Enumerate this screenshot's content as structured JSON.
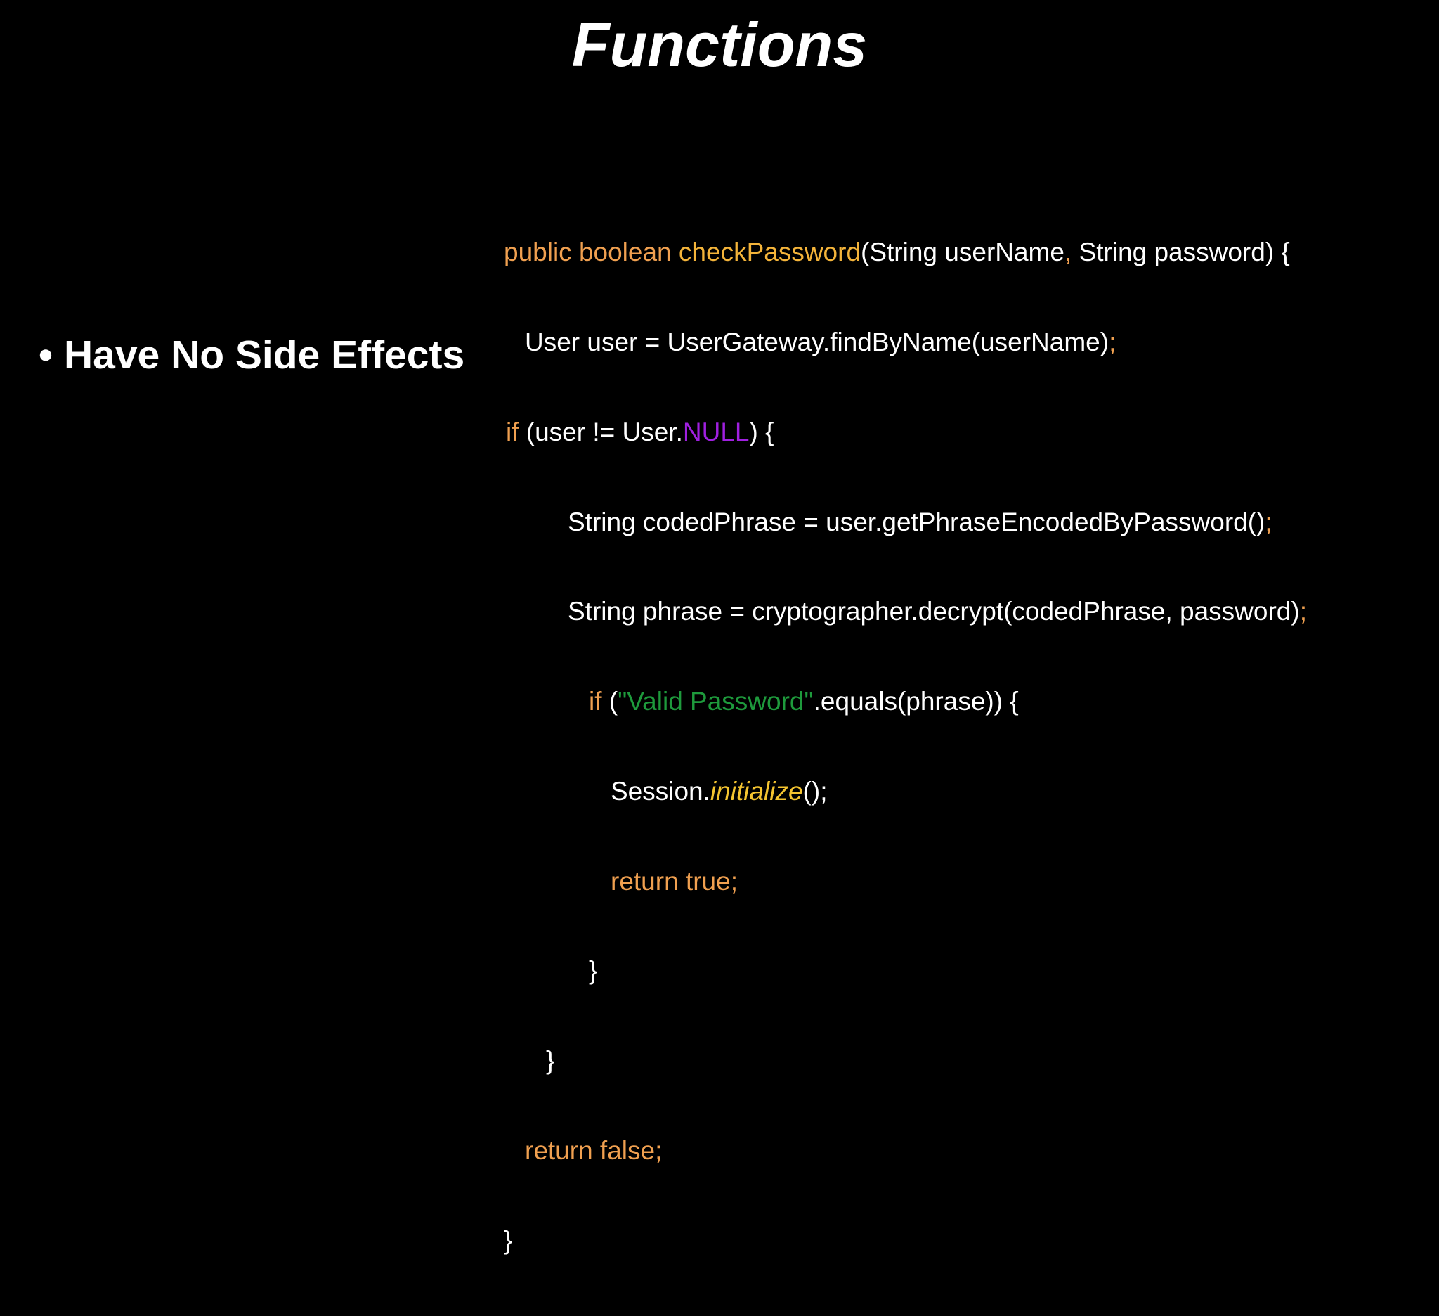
{
  "slide": {
    "title": "Functions",
    "bullet": "Have No Side Effects",
    "bullet_marker": "•"
  },
  "colors": {
    "background": "#000000",
    "text": "#ffffff",
    "keyword": "#f0a050",
    "method_name": "#f4b43a",
    "constant": "#a020e0",
    "string": "#1e9a3c"
  },
  "code": {
    "l1": {
      "a": "public boolean ",
      "b": "checkPassword",
      "c": "(String userName",
      "d": ",",
      "e": " String password) {"
    },
    "l2": {
      "a": "User user = UserGateway.findByName(userName)",
      "b": ";"
    },
    "l3": {
      "a": "if",
      "b": " (user != User.",
      "c": "NULL",
      "d": ") {"
    },
    "l4": {
      "a": "String codedPhrase = user.getPhraseEncodedByPassword()",
      "b": ";"
    },
    "l5": {
      "a": "String phrase = cryptographer.decrypt(codedPhrase, password)",
      "b": ";"
    },
    "l6": {
      "a": "if",
      "b": " (",
      "c": "\"Valid Password\"",
      "d": ".equals(phrase)) {"
    },
    "l7": {
      "a": "Session.",
      "b": "initialize",
      "c": "();"
    },
    "l8": {
      "a": "return true;"
    },
    "l9": {
      "a": "}"
    },
    "l10": {
      "a": "}"
    },
    "l11": {
      "a": "return false;"
    },
    "l12": {
      "a": "}"
    }
  }
}
